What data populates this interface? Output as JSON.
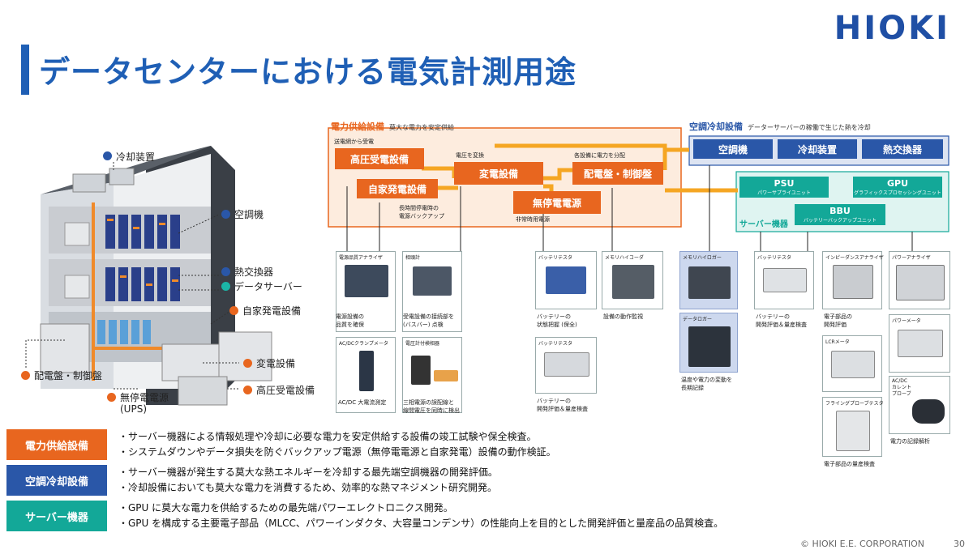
{
  "header": {
    "title": "データセンターにおける電気計測用途",
    "logo": "HIOKI"
  },
  "building": {
    "labels": {
      "cooling": "冷却装置",
      "aircon": "空調機",
      "heat_exchanger": "熱交換器",
      "data_server": "データサーバー",
      "generator": "自家発電設備",
      "switchboard": "配電盤・制御盤",
      "transformer": "変電設備",
      "ups": "無停電電源",
      "ups_sub": "(UPS)",
      "hv_substation": "高圧受電設備"
    }
  },
  "power": {
    "section_title": "電力供給設備",
    "section_sub": "莫大な電力を安定供給",
    "from_grid": "送電網から受電",
    "convert": "電圧を変換",
    "distribute": "各設備に電力を分配",
    "long_backup": "長時間停電時の",
    "long_backup2": "電源バックアップ",
    "emergency": "非常時用電源",
    "boxes": {
      "hv": "高圧受電設備",
      "gen": "自家発電設備",
      "trans": "変電設備",
      "ups": "無停電電源",
      "switch": "配電盤・制御盤"
    }
  },
  "cooling": {
    "section_title": "空調冷却設備",
    "section_sub": "データーサーバーの稼働で生じた熱を冷却",
    "boxes": {
      "aircon": "空調機",
      "cooler": "冷却装置",
      "hx": "熱交換器"
    }
  },
  "server": {
    "section_title": "サーバー機器",
    "psu": "PSU",
    "psu_sub": "パワーサプライユニット",
    "gpu": "GPU",
    "gpu_sub": "グラフィックスプロセッシングユニット",
    "bbu": "BBU",
    "bbu_sub": "バッテリーバックアップユニット"
  },
  "cards": {
    "pqa": {
      "head": "電源品質アナライザ",
      "cap1": "電源設備の",
      "cap2": "品質を確保"
    },
    "phase": {
      "head": "相頭計",
      "cap1": "受電設備の接続部を",
      "cap2": "(バスバー) 点検"
    },
    "clamp": {
      "head": "AC/DCクランプメータ",
      "cap1": "AC/DC 大電流測定"
    },
    "detector": {
      "head": "電圧計付検相器",
      "cap1": "三相電源の誤配線と",
      "cap2": "線間電圧を同時に検出"
    },
    "bt1": {
      "head": "バッテリテスタ",
      "cap1": "バッテリーの",
      "cap2": "状態把握 (保全)"
    },
    "bt2": {
      "head": "バッテリテスタ",
      "cap1": "バッテリーの",
      "cap2": "開発評価＆量産検査"
    },
    "memhi": {
      "head": "メモリハイコーダ",
      "cap1": "設備の動作監視"
    },
    "memhi_logger": {
      "head": "メモリハイロガー"
    },
    "datalogger": {
      "head": "データロガー",
      "cap1": "温度や電力の変動を",
      "cap2": "長期記録"
    },
    "bt3": {
      "head": "バッテリテスタ",
      "cap1": "バッテリーの",
      "cap2": "開発評価＆量産検査"
    },
    "imp": {
      "head": "インピーダンスアナライザ",
      "cap1": "電子部品の",
      "cap2": "開発評価"
    },
    "lcr": {
      "head": "LCRメータ"
    },
    "flying": {
      "head": "フライングプローブテスタ",
      "cap1": "電子部品の量産検査"
    },
    "pwa": {
      "head": "パワーアナライザ"
    },
    "pwm": {
      "head": "パワーメータ"
    },
    "probe": {
      "head1": "AC/DC",
      "head2": "カレント",
      "head3": "プローブ",
      "cap1": "電力の記録解析"
    }
  },
  "legend": {
    "power": {
      "tag": "電力供給設備",
      "b1": "・サーバー機器による情報処理や冷却に必要な電力を安定供給する設備の竣工試験や保全検査。",
      "b2": "・システムダウンやデータ損失を防ぐバックアップ電源（無停電電源と自家発電）設備の動作検証。"
    },
    "cooling": {
      "tag": "空調冷却設備",
      "b1": "・サーバー機器が発生する莫大な熱エネルギーを冷却する最先端空調機器の開発評価。",
      "b2": "・冷却設備においても莫大な電力を消費するため、効率的な熱マネジメント研究開発。"
    },
    "server": {
      "tag": "サーバー機器",
      "b1": "・GPU に莫大な電力を供給するための最先端パワーエレクトロニクス開発。",
      "b2": "・GPU を構成する主要電子部品（MLCC、パワーインダクタ、大容量コンデンサ）の性能向上を目的とした開発評価と量産品の品質検査。"
    }
  },
  "footer": {
    "copyright": "© HIOKI E.E. CORPORATION",
    "page": "30"
  },
  "colors": {
    "orange": "#e8661f",
    "blue": "#2a57a8",
    "teal": "#13a898",
    "title_blue": "#1f5fb5"
  }
}
